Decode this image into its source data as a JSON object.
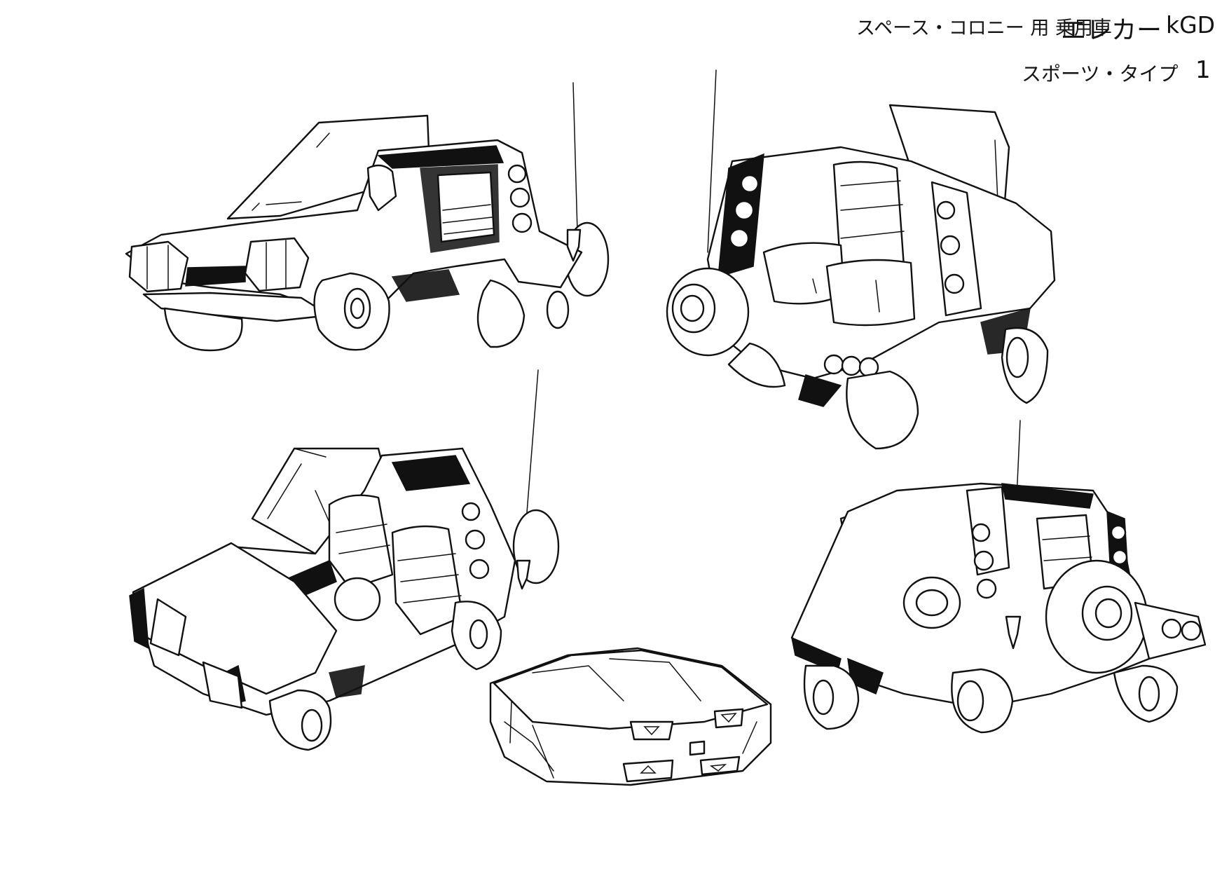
{
  "sheet": {
    "title_main": "スペース・コロニー 用 乗用車",
    "title_name": "エレカー",
    "title_code": "kGD",
    "subtitle": "スポーツ・タイプ",
    "page_number": "1"
  },
  "drawings": [
    {
      "id": "front-three-quarter",
      "icon": "car-front-view"
    },
    {
      "id": "rear-three-quarter",
      "icon": "car-rear-view"
    },
    {
      "id": "top-front-three-quarter",
      "icon": "car-top-view"
    },
    {
      "id": "luggage-case",
      "icon": "case-view"
    },
    {
      "id": "rear-low-view",
      "icon": "car-rear-low-view"
    }
  ],
  "colors": {
    "line": "#111111",
    "paper": "#ffffff"
  }
}
